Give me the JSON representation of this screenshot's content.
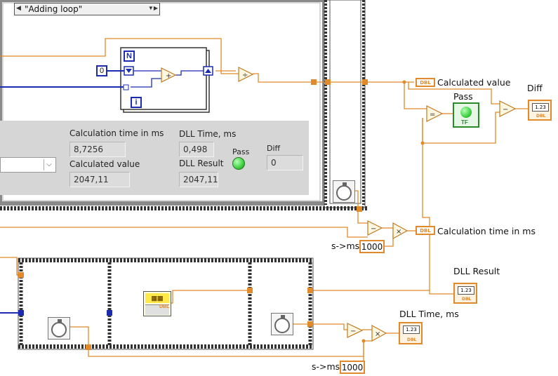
{
  "case_selector": {
    "value": "\"Adding loop\"",
    "prev_arrow": "◀",
    "next_arrow": "▼▶"
  },
  "for_loop": {
    "count_terminal": "N",
    "iteration_terminal": "i",
    "init_constant": "0"
  },
  "front_panel": {
    "calc_time_label": "Calculation time in ms",
    "calc_time_value": "8,7256",
    "calc_value_label": "Calculated value",
    "calc_value_value": "2047,11",
    "dll_time_label": "DLL Time, ms",
    "dll_time_value": "0,498",
    "dll_result_label": "DLL Result",
    "dll_result_value": "2047,11",
    "pass_label": "Pass",
    "diff_label": "Diff",
    "diff_value": "0"
  },
  "terminals": {
    "calculated_value": "Calculated value",
    "calculation_time": "Calculation time in ms",
    "pass": "Pass",
    "diff": "Diff",
    "dll_result": "DLL Result",
    "dll_time": "DLL Time, ms",
    "s_to_ms_1": "s->ms",
    "s_to_ms_2": "s->ms",
    "const_1000_a": "1000",
    "const_1000_b": "1000",
    "dbl": "DBL",
    "num": "1.23",
    "tf": "TF"
  },
  "colors": {
    "orange_wire": "#e08a2c",
    "blue_wire": "#1c2bb0",
    "led_green": "#3ed13e"
  }
}
